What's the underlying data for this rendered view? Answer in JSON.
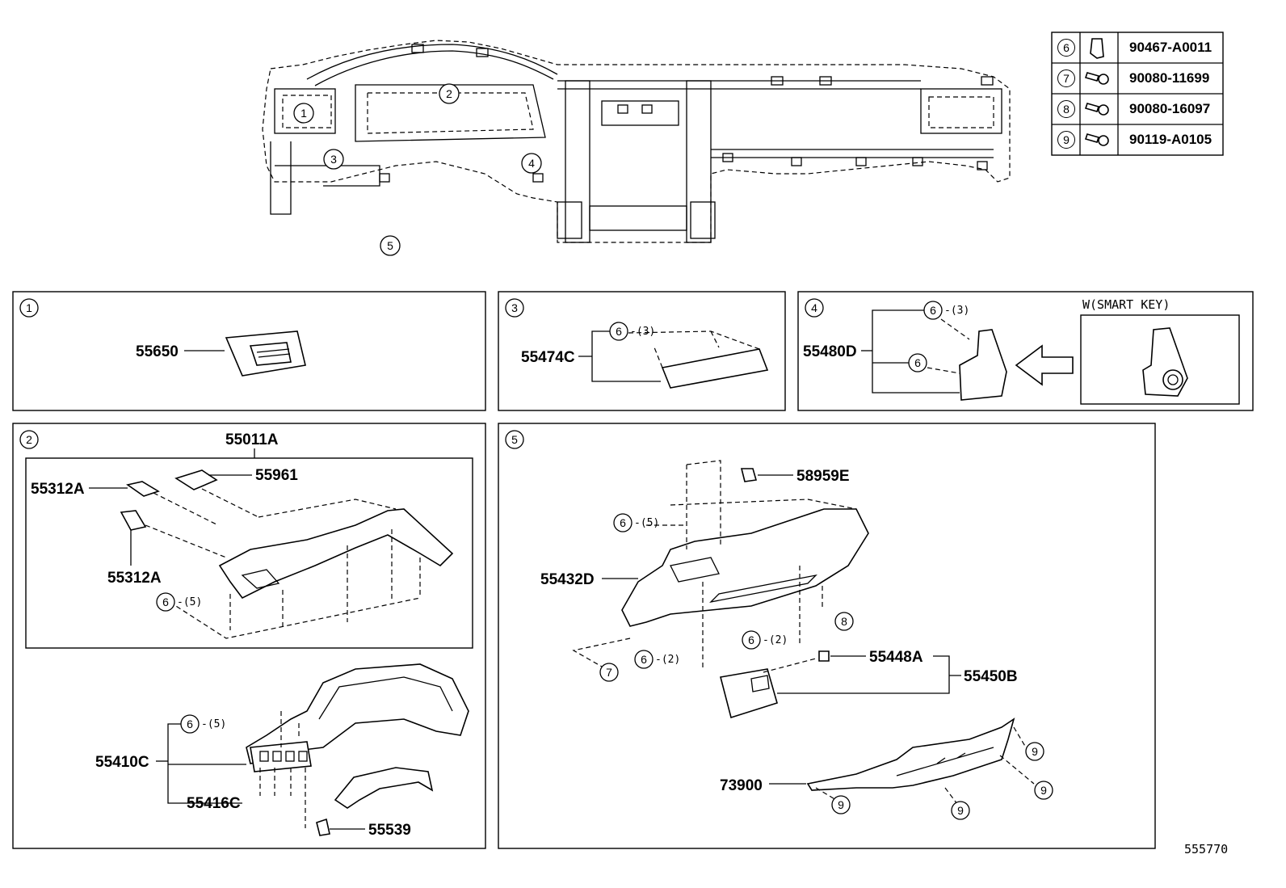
{
  "callouts": {
    "c1": "1",
    "c2": "2",
    "c3": "3",
    "c4": "4",
    "c5": "5",
    "c6": "6",
    "c7": "7",
    "c8": "8",
    "c9": "9"
  },
  "hardware_table": [
    {
      "num": "6",
      "part": "90467-A0011"
    },
    {
      "num": "7",
      "part": "90080-11699"
    },
    {
      "num": "8",
      "part": "90080-16097"
    },
    {
      "num": "9",
      "part": "90119-A0105"
    }
  ],
  "panel1": {
    "part": "55650"
  },
  "panel3": {
    "part": "55474C",
    "qty": "-(3)"
  },
  "panel4": {
    "part": "55480D",
    "qty": "-(3)",
    "inset_title": "W(SMART KEY)"
  },
  "panel2": {
    "assembly": "55011A",
    "p55961": "55961",
    "p55312a_top": "55312A",
    "p55312a_bottom": "55312A",
    "qty_upper": "-(5)",
    "p55410c": "55410C",
    "p55416c": "55416C",
    "p55539": "55539",
    "qty_lower": "-(5)"
  },
  "panel5": {
    "p58959e": "58959E",
    "p55432d": "55432D",
    "qty_a": "-(5)",
    "qty_b": "-(2)",
    "qty_c": "-(2)",
    "p55448a": "55448A",
    "p55450b": "55450B",
    "p73900": "73900"
  },
  "diagram_id": "555770",
  "colors": {
    "ink": "#000000",
    "paper": "#ffffff"
  }
}
